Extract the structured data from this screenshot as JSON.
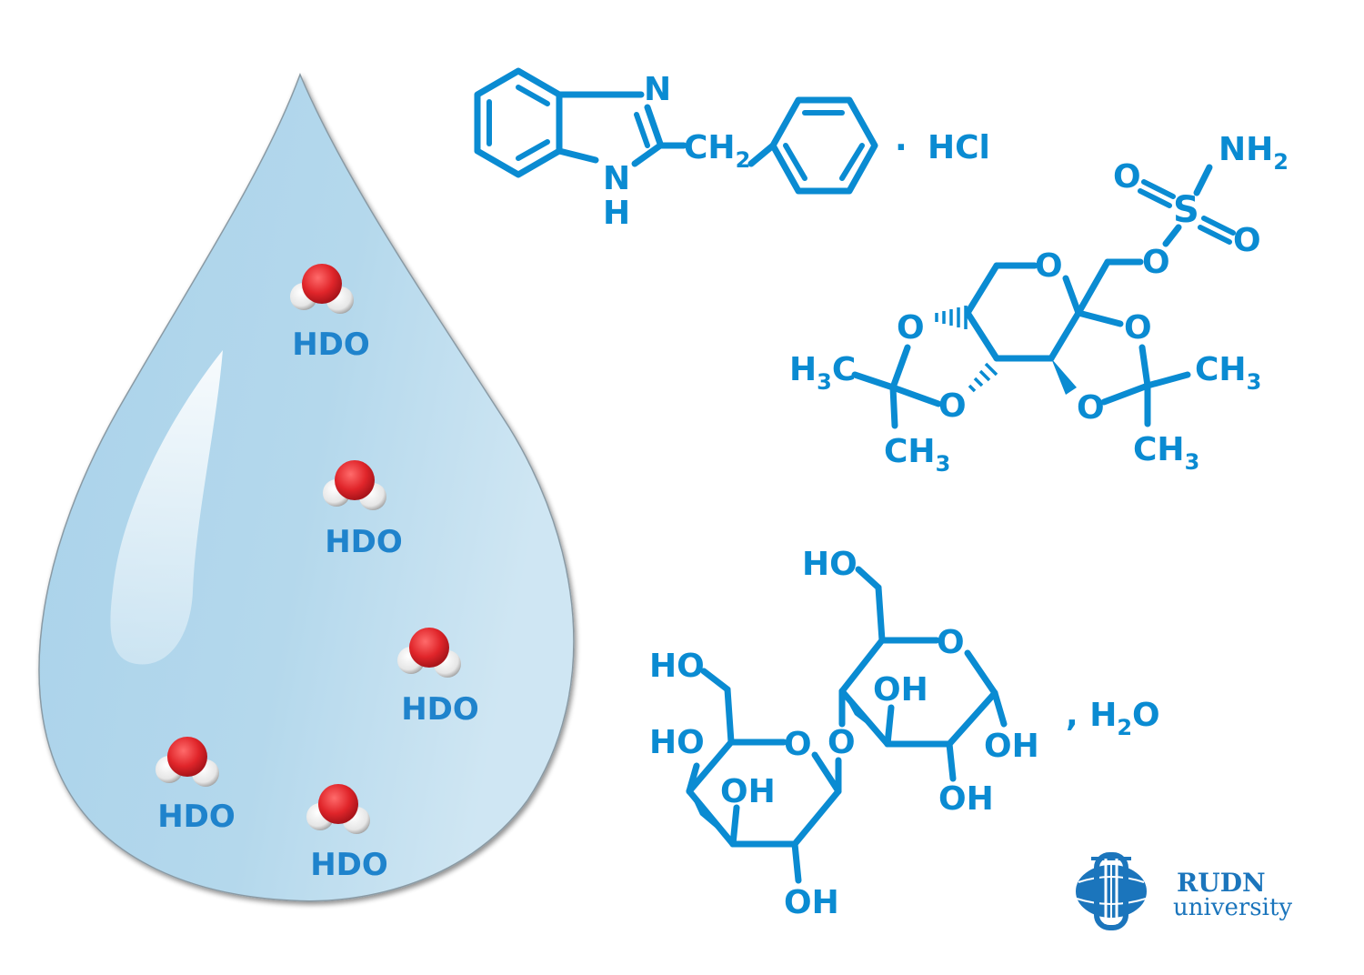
{
  "droplet": {
    "molecules": [
      {
        "label": "HDO"
      },
      {
        "label": "HDO"
      },
      {
        "label": "HDO"
      },
      {
        "label": "HDO"
      },
      {
        "label": "HDO"
      }
    ]
  },
  "bendazol": {
    "n_top": "N",
    "n_bottom": "N",
    "h_bottom": "H",
    "ch2": "CH",
    "ch2_sub": "2",
    "dot": "·",
    "salt": "HCl"
  },
  "topiramate": {
    "nh2": "NH",
    "nh2_sub": "2",
    "s": "S",
    "o_left": "O",
    "o_right": "O",
    "o_link": "O",
    "o_ring": "O",
    "o_left_upper": "O",
    "o_left_lower": "O",
    "o_right_upper": "O",
    "o_right_lower": "O",
    "h3c_left": "H",
    "h3c_left_sub": "3",
    "h3c_left_c": "C",
    "ch3_left_bottom": "CH",
    "ch3_left_bottom_sub": "3",
    "ch3_right": "CH",
    "ch3_right_sub": "3",
    "ch3_right_bottom": "CH",
    "ch3_right_bottom_sub": "3"
  },
  "lactose": {
    "ho_top": "HO",
    "o_ring_right": "O",
    "oh_right_inner": "OH",
    "oh_right_1": "OH",
    "oh_right_2": "OH",
    "ho_left_top": "HO",
    "ho_left": "HO",
    "o_ring_left": "O",
    "o_bridge": "O",
    "oh_left_inner": "OH",
    "oh_bottom": "OH",
    "hydrate": ", H",
    "hydrate_sub": "2",
    "hydrate_o": "O"
  },
  "logo": {
    "line1": "RUDN",
    "line2": "university"
  },
  "colors": {
    "chem_blue": "#0a8bd2",
    "drop_light": "#c9e4f3",
    "drop_dark": "#9ccbe6",
    "oxygen_red": "#d8262b",
    "logo_blue": "#1b75bc"
  }
}
